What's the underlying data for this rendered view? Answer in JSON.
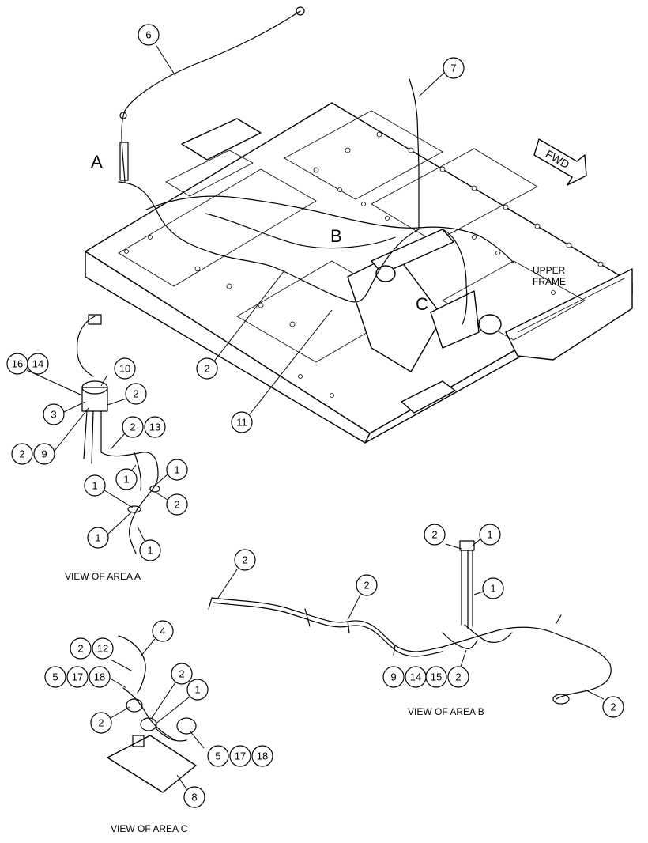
{
  "area_letters": [
    "A",
    "B",
    "C"
  ],
  "fwd_label": "FWD",
  "frame_label": [
    "UPPER",
    "FRAME"
  ],
  "captions": {
    "area_a": "VIEW OF AREA A",
    "area_b": "VIEW OF AREA B",
    "area_c": "VIEW OF AREA C"
  },
  "callouts": {
    "main": [
      "6",
      "7",
      "2",
      "11"
    ],
    "area_a": [
      "16",
      "14",
      "10",
      "2",
      "3",
      "2",
      "9",
      "2",
      "13",
      "1",
      "1",
      "1",
      "2",
      "1",
      "1"
    ],
    "area_b": [
      "2",
      "1",
      "2",
      "2",
      "1",
      "9",
      "14",
      "15",
      "2",
      "2"
    ],
    "area_c": [
      "4",
      "2",
      "12",
      "5",
      "17",
      "18",
      "2",
      "2",
      "1",
      "5",
      "17",
      "18",
      "8"
    ]
  }
}
